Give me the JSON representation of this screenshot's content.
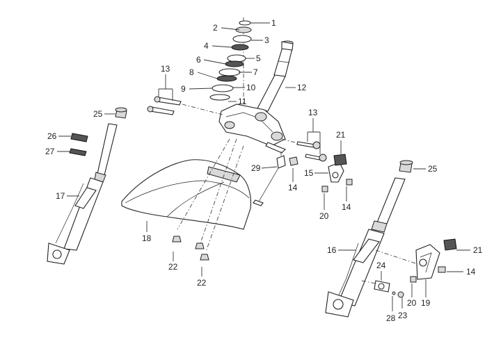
{
  "labels": [
    "1",
    "2",
    "3",
    "4",
    "5",
    "6",
    "7",
    "8",
    "9",
    "10",
    "11",
    "12",
    "13",
    "13",
    "14",
    "14",
    "14",
    "15",
    "16",
    "17",
    "18",
    "19",
    "20",
    "20",
    "21",
    "21",
    "22",
    "22",
    "23",
    "24",
    "25",
    "25",
    "26",
    "27",
    "28",
    "29"
  ]
}
